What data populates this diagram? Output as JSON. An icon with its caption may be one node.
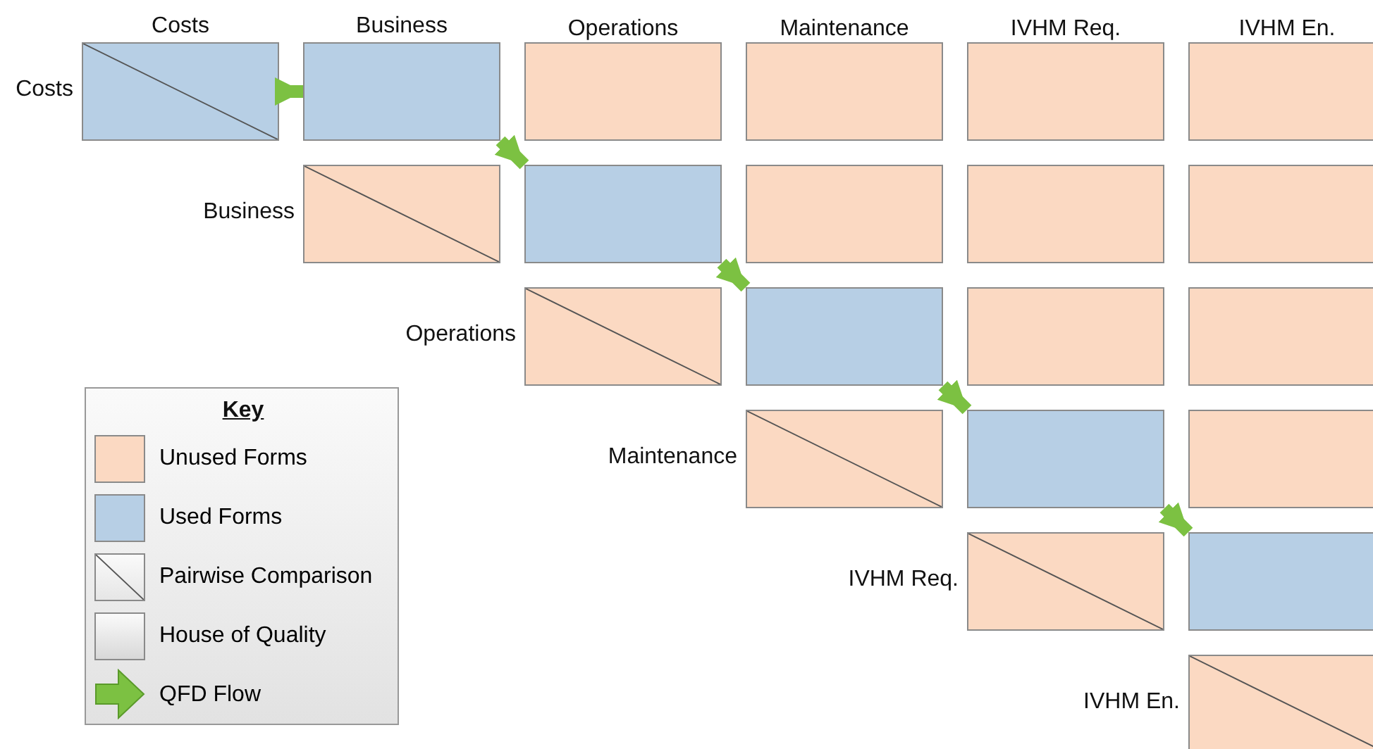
{
  "diagram": {
    "nodes": [
      {
        "text": [],
        "shape": "box"
      },
      {
        "text": [],
        "shape": "box"
      },
      {
        "text": [],
        "shape": "box"
      },
      {
        "text": [],
        "shape": "box"
      },
      {
        "text": [],
        "shape": "box"
      },
      {
        "text": [],
        "shape": "box"
      },
      {
        "text": [],
        "shape": "box"
      },
      {
        "text": [],
        "shape": "box"
      },
      {
        "text": [],
        "shape": "box"
      },
      {
        "text": [],
        "shape": "box"
      },
      {
        "text": [],
        "shape": "box"
      },
      {
        "text": [],
        "shape": "box"
      },
      {
        "text": [],
        "shape": "box"
      },
      {
        "text": [],
        "shape": "box"
      },
      {
        "text": [],
        "shape": "box"
      },
      {
        "text": [],
        "shape": "box"
      },
      {
        "text": [],
        "shape": "box"
      },
      {
        "text": [],
        "shape": "box"
      },
      {
        "text": [],
        "shape": "box"
      },
      {
        "text": [],
        "shape": "box"
      },
      {
        "text": [],
        "shape": "box"
      }
    ],
    "edges": [
      {
        "from": 0,
        "to": 1,
        "arrow": "to"
      },
      {
        "from": 1,
        "to": 7,
        "arrow": "to"
      },
      {
        "from": 7,
        "to": 12,
        "arrow": "to"
      },
      {
        "from": 12,
        "to": 16,
        "arrow": "to"
      },
      {
        "from": 16,
        "to": 19,
        "arrow": "to"
      }
    ],
    "labels": [
      "Costs",
      "Business",
      "Operations",
      "Maintenance",
      "IVHM Req.",
      "IVHM En.",
      "Costs",
      "Business",
      "Operations",
      "Maintenance",
      "IVHM Req.",
      "IVHM En.",
      "Key"
    ],
    "legend": [
      {
        "text": "Unused Forms",
        "color": "#fbd9c2"
      },
      {
        "text": "Used Forms",
        "color": "#b7cfe5"
      },
      {
        "text": "Pairwise Comparison"
      },
      {
        "text": "House of Quality"
      },
      {
        "text": "QFD Flow"
      }
    ]
  }
}
